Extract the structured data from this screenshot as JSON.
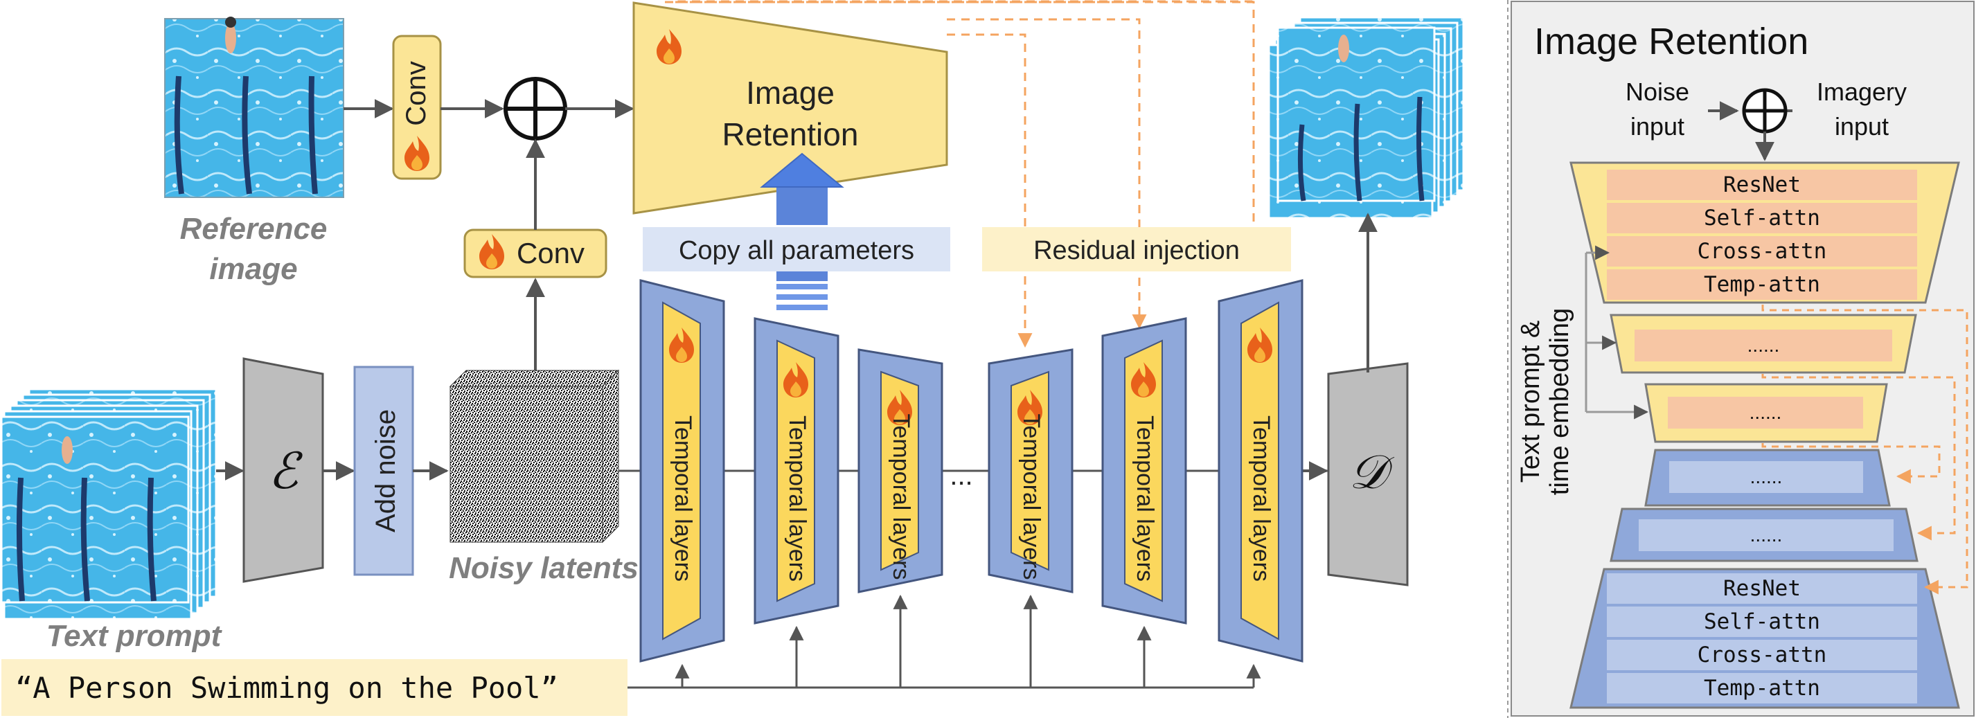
{
  "main": {
    "reference_image_label": [
      "Reference",
      "image"
    ],
    "conv_label": "Conv",
    "conv_vertical_label": "Conv",
    "image_retention_label": [
      "Image",
      "Retention"
    ],
    "copy_params_label": "Copy all parameters",
    "residual_label": "Residual injection",
    "encoder_symbol": "ℰ",
    "decoder_symbol": "𝒟",
    "add_noise_label": "Add noise",
    "noisy_latents_label": "Noisy latents",
    "text_prompt_label": "Text prompt",
    "prompt_text": "“A Person Swimming on the Pool”",
    "temporal_label": "Temporal layers",
    "ellipsis": "..."
  },
  "panel": {
    "title": "Image Retention",
    "noise_input": [
      "Noise",
      "input"
    ],
    "imagery_input": [
      "Imagery",
      "input"
    ],
    "side_label": [
      "Text prompt &",
      "time embedding"
    ],
    "top_block_layers": [
      "ResNet",
      "Self-attn",
      "Cross-attn",
      "Temp-attn"
    ],
    "bottom_block_layers": [
      "ResNet",
      "Self-attn",
      "Cross-attn",
      "Temp-attn"
    ],
    "mid_label": "......"
  },
  "colors": {
    "yellow": "#fbe596",
    "yellow_stroke": "#a79245",
    "blue": "#8fa8da",
    "blue_stroke": "#44567f",
    "light_blue": "#b9c9e9",
    "salmon": "#f7c6a4",
    "orange_dash": "#f4a460",
    "gray": "#bdbdbd",
    "copy_bg": "#dbe4f5",
    "residual_bg": "#fdf1c9",
    "prompt_bg": "#fdf1c9",
    "flame": "#e8611a",
    "water": "#47b5e6"
  }
}
